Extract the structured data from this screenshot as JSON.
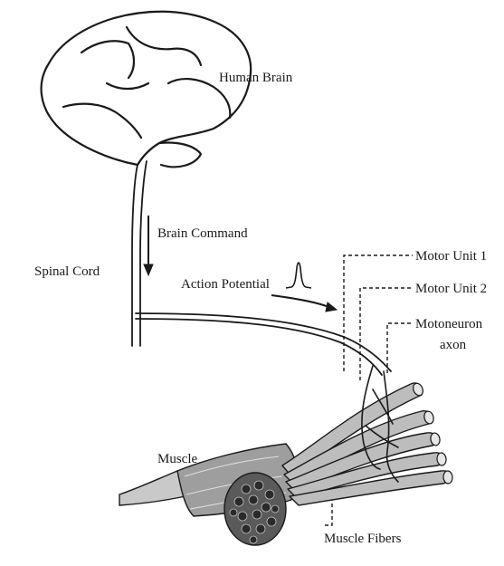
{
  "labels": {
    "human_brain": "Human Brain",
    "brain_command": "Brain Command",
    "spinal_cord": "Spinal Cord",
    "action_potential": "Action Potential",
    "motor_unit_1": "Motor Unit 1",
    "motor_unit_2": "Motor Unit 2",
    "motoneuron_line1": "Motoneuron",
    "motoneuron_line2": "axon",
    "muscle": "Muscle",
    "muscle_fibers": "Muscle Fibers"
  },
  "colors": {
    "stroke": "#1a1a1a",
    "fiber_fill": "#bdbdbd",
    "muscle_fill": "#9e9e9e",
    "cross_section": "#5a5a5a"
  }
}
